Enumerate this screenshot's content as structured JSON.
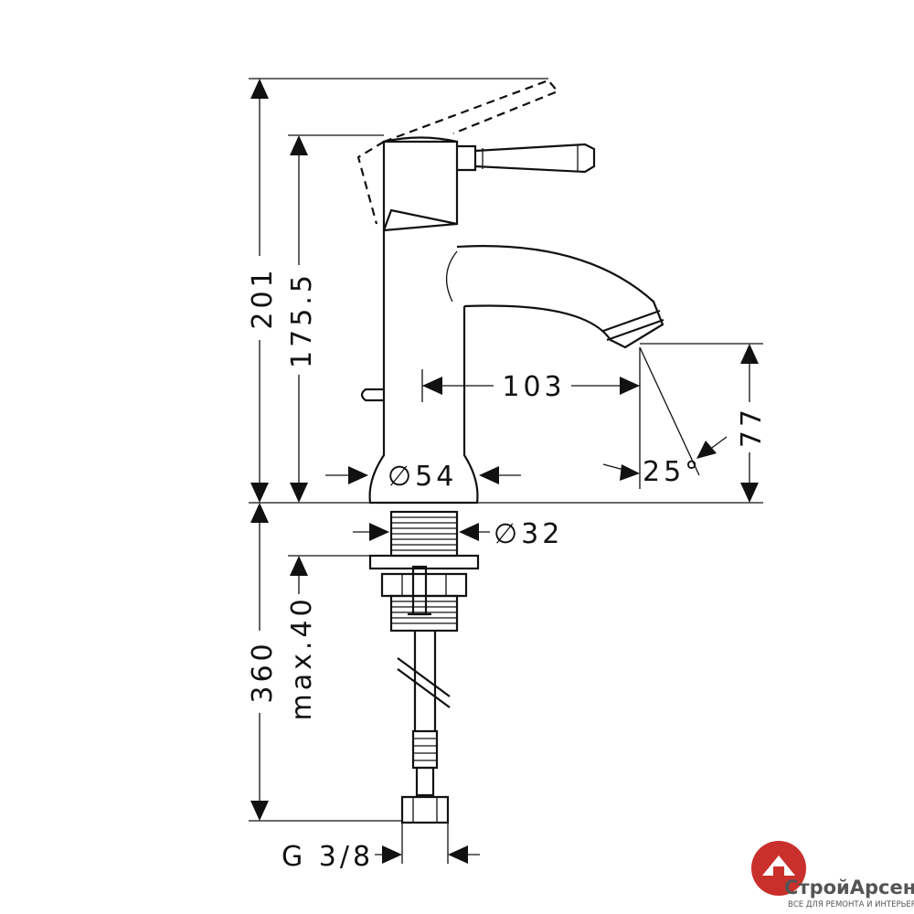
{
  "dimensions": {
    "total_height": "201",
    "handle_height": "175.5",
    "spout_reach": "103",
    "spout_clearance": "77",
    "spray_angle": "25°",
    "base_diameter": "∅54",
    "shank_diameter": "∅32",
    "hose_length": "360",
    "counter_thickness": "max.40",
    "thread": "G 3/8"
  },
  "logo": {
    "name": "СтройАрсенал",
    "tagline": "ВСЕ ДЛЯ РЕМОНТА И ИНТЕРЬЕРА"
  },
  "colors": {
    "line": "#111111",
    "logo_red": "#c9302c",
    "logo_gray": "#555555"
  }
}
